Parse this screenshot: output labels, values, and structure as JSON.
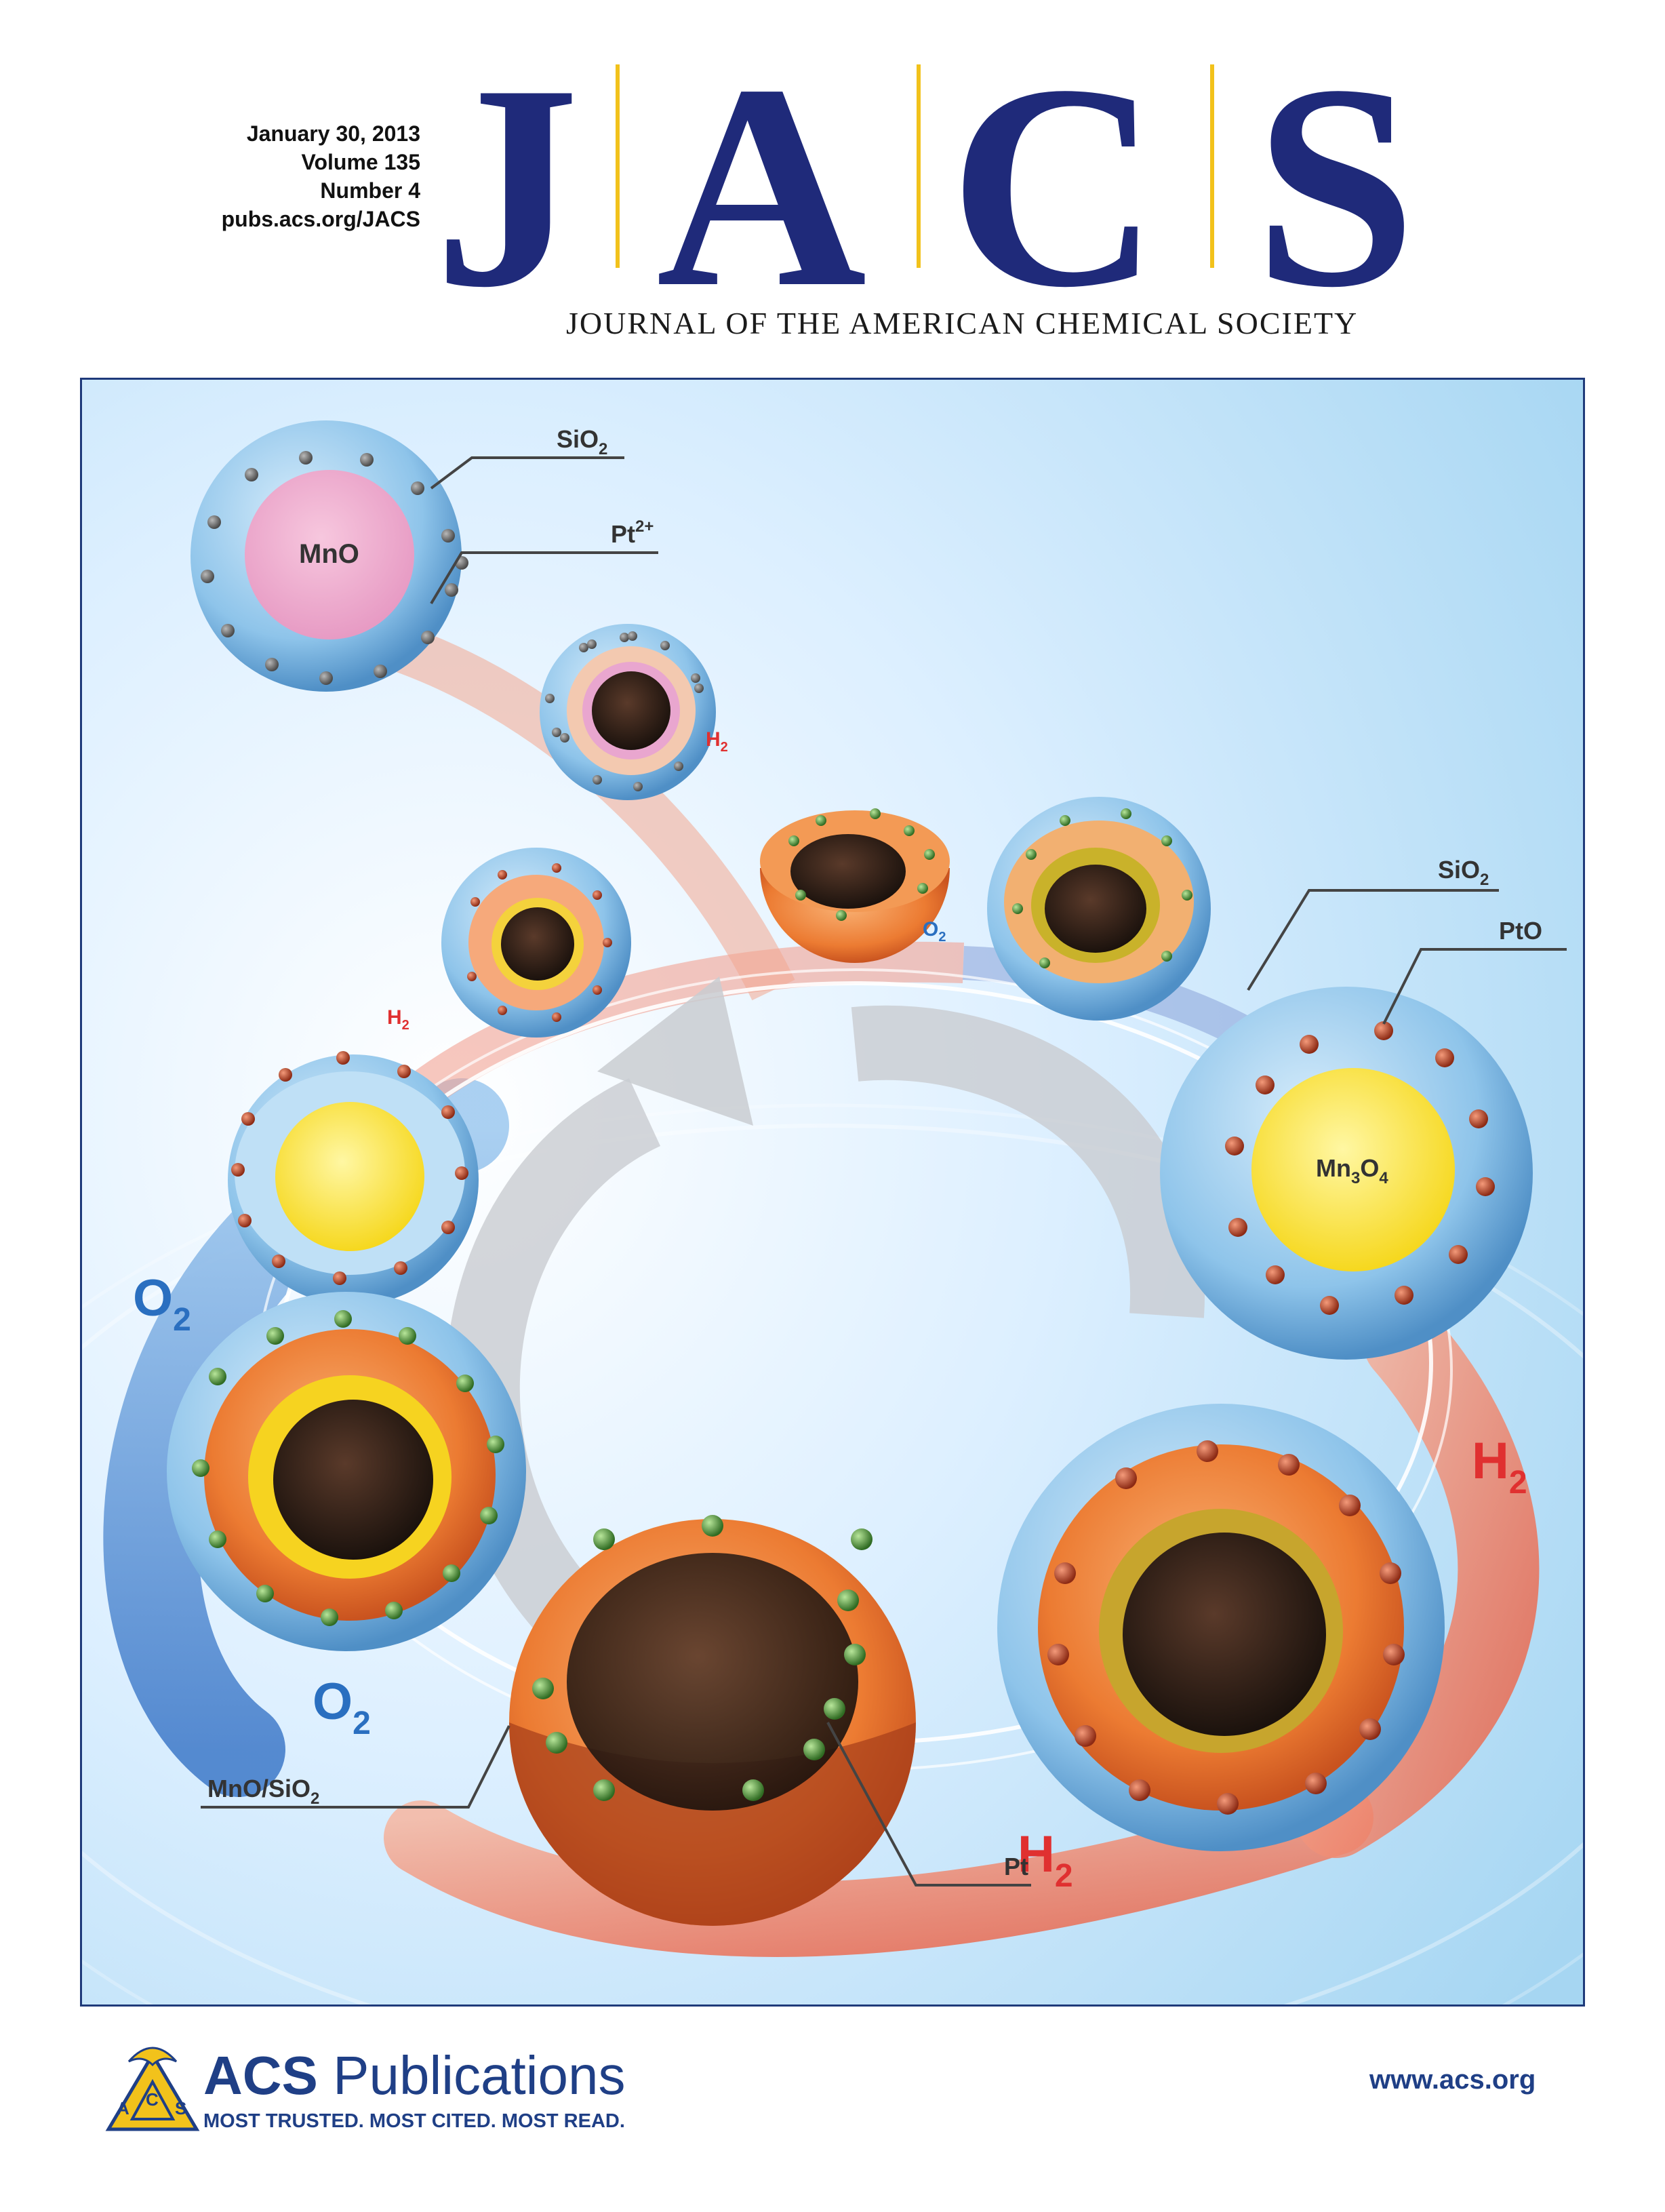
{
  "issue": {
    "date": "January 30, 2013",
    "volume": "Volume 135",
    "number": "Number 4",
    "url": "pubs.acs.org/JACS"
  },
  "masthead": {
    "letters": [
      "J",
      "A",
      "C",
      "S"
    ],
    "subtitle": "JOURNAL OF THE AMERICAN CHEMICAL SOCIETY",
    "brand_color": "#1f2a7a",
    "bar_color": "#f2c21b"
  },
  "cover": {
    "labels": {
      "sio2_top": "SiO",
      "sio2_top_sub": "2",
      "pt2": "Pt",
      "pt2_sup": "2+",
      "mno": "MnO",
      "h2_a": "H",
      "h2_a_sub": "2",
      "h2_b": "H",
      "h2_b_sub": "2",
      "o2_small": "O",
      "o2_small_sub": "2",
      "sio2_right": "SiO",
      "sio2_right_sub": "2",
      "pto": "PtO",
      "mn3o4_a": "Mn",
      "mn3o4_sub1": "3",
      "mn3o4_b": "O",
      "mn3o4_sub2": "4",
      "o2_left": "O",
      "o2_left_sub": "2",
      "h2_right": "H",
      "h2_right_sub": "2",
      "o2_bottom": "O",
      "o2_bottom_sub": "2",
      "h2_bottom": "H",
      "h2_bottom_sub": "2",
      "mno_sio2": "MnO/SiO",
      "mno_sio2_sub": "2",
      "pt": "Pt"
    }
  },
  "footer": {
    "publisher_bold": "ACS",
    "publisher_rest": " Publications",
    "tagline": "MOST TRUSTED. MOST CITED. MOST READ.",
    "website": "www.acs.org",
    "logo_letters": [
      "A",
      "C",
      "S"
    ]
  }
}
